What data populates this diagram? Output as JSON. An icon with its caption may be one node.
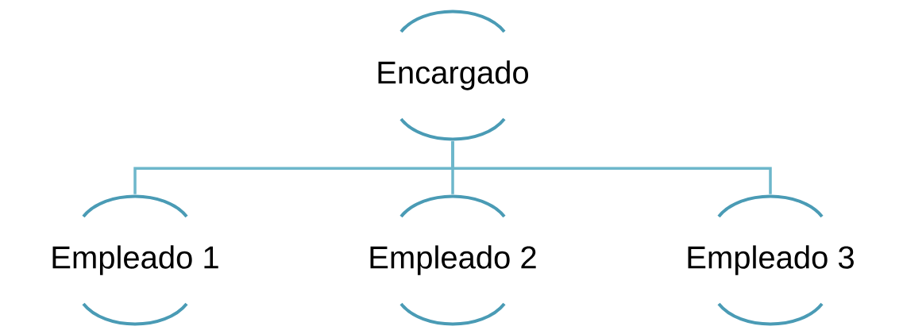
{
  "diagram": {
    "nodes": [
      {
        "text": [
          "Encargado"
        ]
      },
      {
        "text": [
          "Empleado 1"
        ]
      },
      {
        "text": [
          "Empleado 2"
        ]
      },
      {
        "text": [
          "Empleado 3"
        ]
      }
    ],
    "edges": [
      {
        "from": 0,
        "to": 1,
        "arrow": "none"
      },
      {
        "from": 0,
        "to": 2,
        "arrow": "none"
      },
      {
        "from": 0,
        "to": 3,
        "arrow": "none"
      }
    ]
  }
}
